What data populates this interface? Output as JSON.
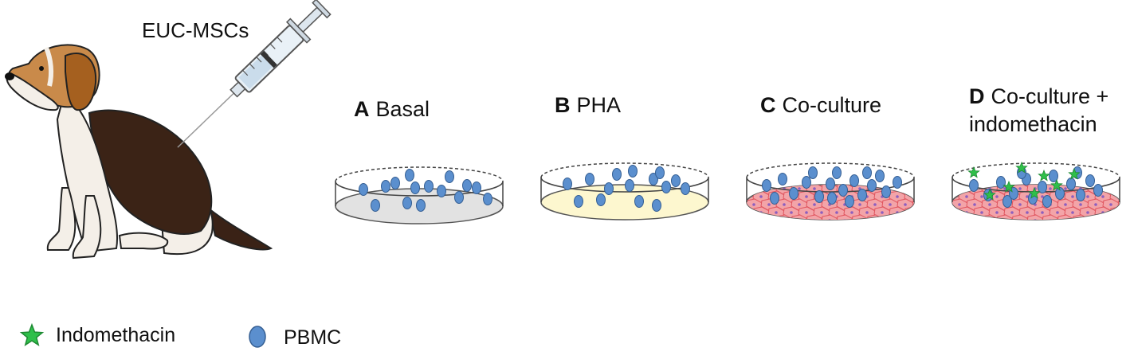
{
  "injection": {
    "label": "EUC-MSCs"
  },
  "panels": [
    {
      "letter": "A",
      "name": "Basal",
      "name_line2": "",
      "dish_fill": "#e2e2e2",
      "monolayer": false,
      "indomethacin": false
    },
    {
      "letter": "B",
      "name": "PHA",
      "name_line2": "",
      "dish_fill": "#fdf7cf",
      "monolayer": false,
      "indomethacin": false
    },
    {
      "letter": "C",
      "name": "Co-culture",
      "name_line2": "",
      "dish_fill": "#f3a4a8",
      "monolayer": true,
      "indomethacin": false
    },
    {
      "letter": "D",
      "name": "Co-culture +",
      "name_line2": "indomethacin",
      "dish_fill": "#f3a4a8",
      "monolayer": true,
      "indomethacin": true
    }
  ],
  "legend": [
    {
      "label": "Indomethacin",
      "icon": "star-icon"
    },
    {
      "label": "PBMC",
      "icon": "pbmc-icon"
    }
  ],
  "colors": {
    "pbmc": "#5b8fce",
    "pbmc_stroke": "#355f93",
    "indomethacin": "#2fbf4a",
    "cell_border": "#e0565f",
    "nucleus": "#8d5fbf"
  }
}
